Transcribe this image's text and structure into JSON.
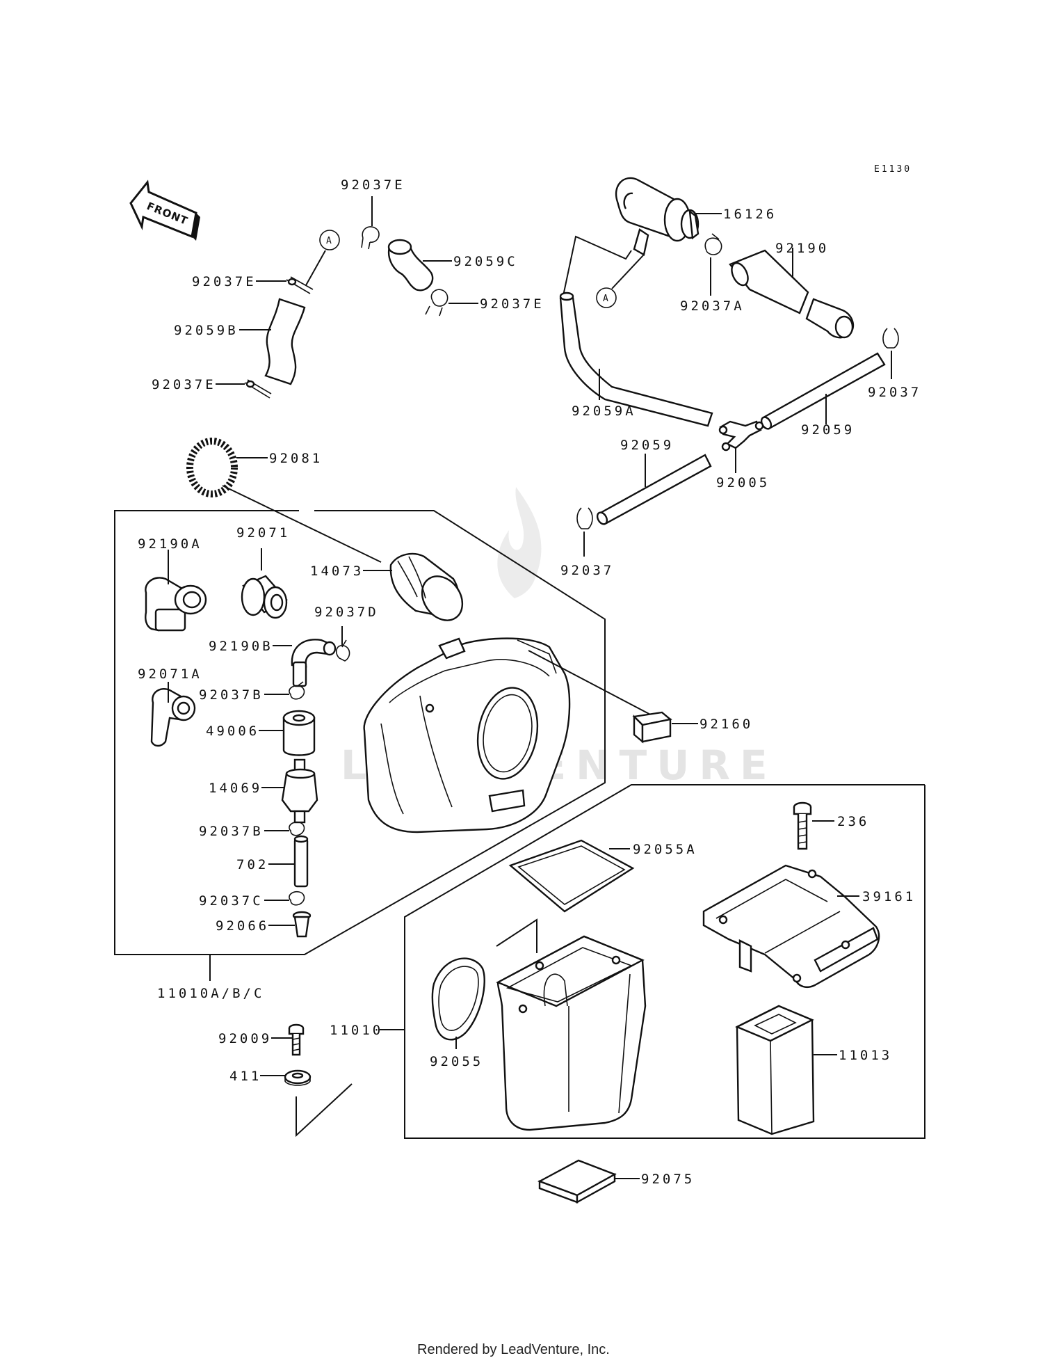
{
  "diagram_code": "E1130",
  "front_label": "FRONT",
  "callout_a": "A",
  "footer": "Rendered by LeadVenture, Inc.",
  "watermark": "LEADVENTURE",
  "labels": {
    "p92037E_top": "92037E",
    "p92059C": "92059C",
    "p92037E_right": "92037E",
    "p92037E_left": "92037E",
    "p92059B": "92059B",
    "p92037E_bottom": "92037E",
    "p16126": "16126",
    "p92190": "92190",
    "p92037A": "92037A",
    "p92037_r": "92037",
    "p92059A": "92059A",
    "p92059_r": "92059",
    "p92059_m": "92059",
    "p92005": "92005",
    "p92037_m": "92037",
    "p92081": "92081",
    "p92190A": "92190A",
    "p92071": "92071",
    "p14073": "14073",
    "p92037D": "92037D",
    "p92190B": "92190B",
    "p92071A": "92071A",
    "p92037B_top": "92037B",
    "p49006": "49006",
    "p92160": "92160",
    "p14069": "14069",
    "p92037B_bottom": "92037B",
    "p702": "702",
    "p92037C": "92037C",
    "p92066": "92066",
    "p11010ABC": "11010A/B/C",
    "p236": "236",
    "p92055A": "92055A",
    "p39161": "39161",
    "p92009": "92009",
    "p11010": "11010",
    "p411": "411",
    "p92055": "92055",
    "p11013": "11013",
    "p92075": "92075"
  }
}
